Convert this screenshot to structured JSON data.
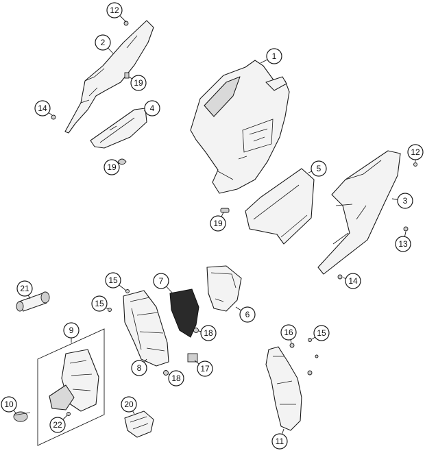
{
  "diagram": {
    "callouts": [
      {
        "id": "c1",
        "label": "1"
      },
      {
        "id": "c2",
        "label": "2"
      },
      {
        "id": "c3",
        "label": "3"
      },
      {
        "id": "c4",
        "label": "4"
      },
      {
        "id": "c5",
        "label": "5"
      },
      {
        "id": "c6",
        "label": "6"
      },
      {
        "id": "c7",
        "label": "7"
      },
      {
        "id": "c8",
        "label": "8"
      },
      {
        "id": "c9",
        "label": "9"
      },
      {
        "id": "c10",
        "label": "10"
      },
      {
        "id": "c11",
        "label": "11"
      },
      {
        "id": "c12a",
        "label": "12"
      },
      {
        "id": "c12b",
        "label": "12"
      },
      {
        "id": "c13",
        "label": "13"
      },
      {
        "id": "c14a",
        "label": "14"
      },
      {
        "id": "c14b",
        "label": "14"
      },
      {
        "id": "c15a",
        "label": "15"
      },
      {
        "id": "c15b",
        "label": "15"
      },
      {
        "id": "c15c",
        "label": "15"
      },
      {
        "id": "c16",
        "label": "16"
      },
      {
        "id": "c17",
        "label": "17"
      },
      {
        "id": "c18a",
        "label": "18"
      },
      {
        "id": "c18b",
        "label": "18"
      },
      {
        "id": "c19a",
        "label": "19"
      },
      {
        "id": "c19b",
        "label": "19"
      },
      {
        "id": "c19c",
        "label": "19"
      },
      {
        "id": "c20",
        "label": "20"
      },
      {
        "id": "c21",
        "label": "21"
      },
      {
        "id": "c22",
        "label": "22"
      }
    ]
  }
}
